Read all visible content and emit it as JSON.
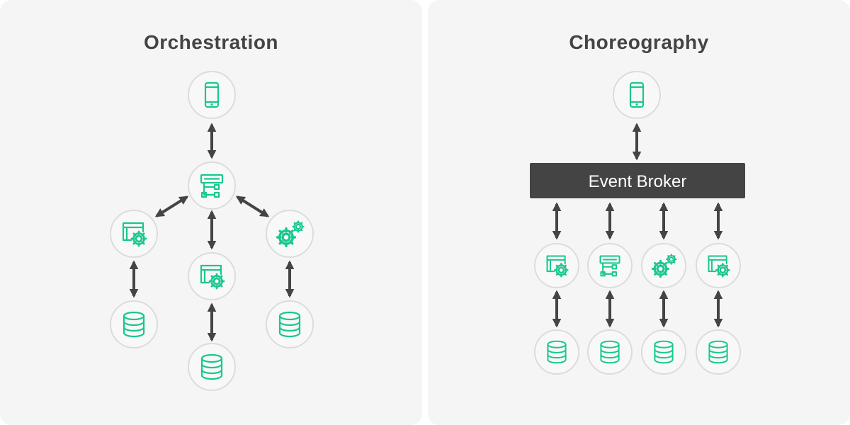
{
  "orchestration": {
    "title": "Orchestration"
  },
  "choreography": {
    "title": "Choreography",
    "broker_label": "Event Broker"
  },
  "colors": {
    "icon": "#19c78f",
    "arrow": "#444444",
    "broker": "#444444",
    "panel": "#f5f5f5"
  },
  "icons": [
    "mobile-phone-icon",
    "orchestrator-icon",
    "service-window-gear-icon",
    "gears-icon",
    "database-icon"
  ]
}
